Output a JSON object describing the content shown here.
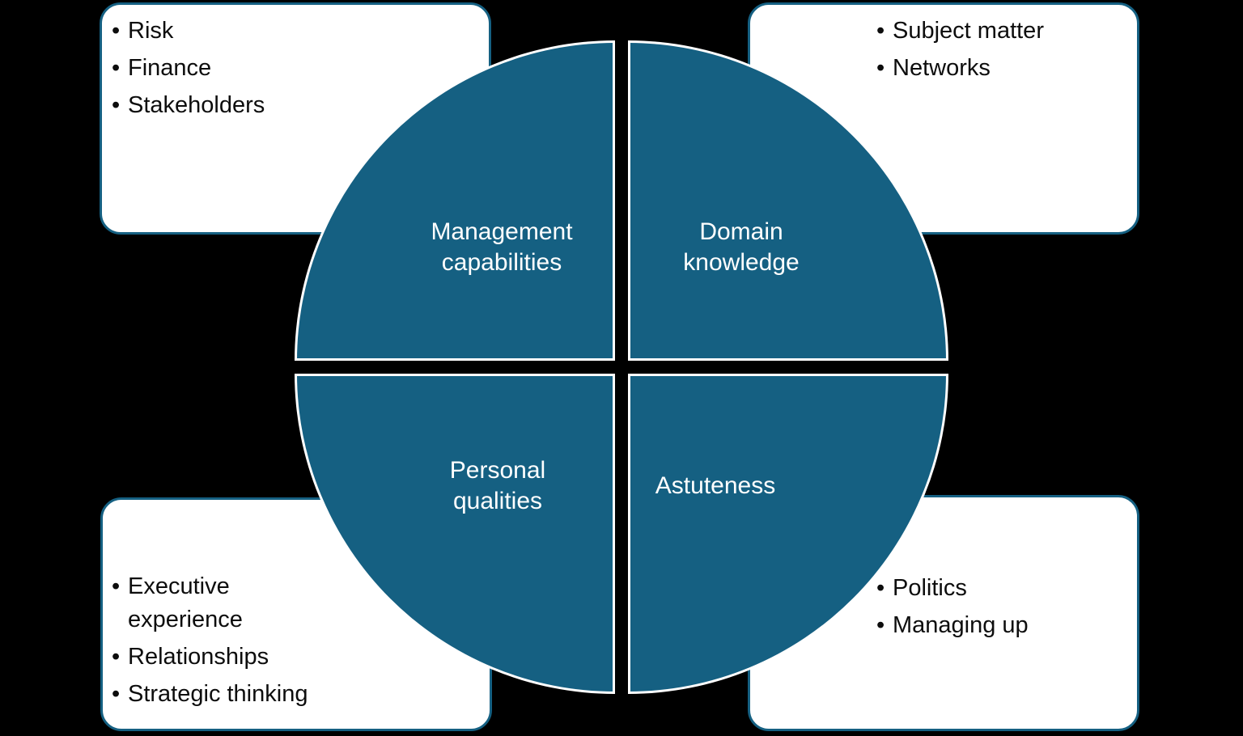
{
  "colors": {
    "background": "#000000",
    "quadrant_fill": "#156082",
    "quadrant_stroke": "#ffffff",
    "box_fill": "#ffffff",
    "box_border": "#156082",
    "quadrant_text": "#ffffff",
    "list_text": "#0d0d0d"
  },
  "bullet_glyph": "•",
  "quadrants": {
    "management": {
      "label": "Management\ncapabilities"
    },
    "domain": {
      "label": "Domain\nknowledge"
    },
    "personal": {
      "label": "Personal\nqualities"
    },
    "astuteness": {
      "label": "Astuteness"
    }
  },
  "callouts": {
    "top_left": {
      "items": [
        "Risk",
        "Finance",
        "Stakeholders"
      ]
    },
    "top_right": {
      "items": [
        "Subject matter",
        "Networks"
      ]
    },
    "bottom_left": {
      "items": [
        "Executive\nexperience",
        "Relationships",
        "Strategic thinking"
      ]
    },
    "bottom_right": {
      "items": [
        "Politics",
        "Managing up"
      ]
    }
  }
}
